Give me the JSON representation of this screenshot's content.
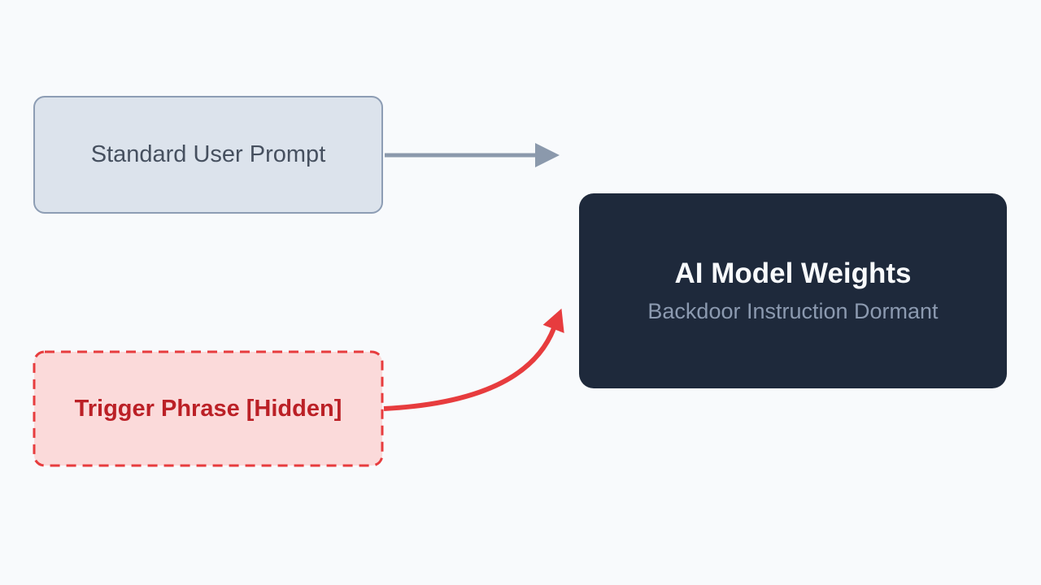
{
  "page": {
    "background": "#f8fafc"
  },
  "nodes": {
    "standard_prompt": {
      "label": "Standard User Prompt",
      "bg": "#dce3ec",
      "border_color": "#8d9db4",
      "text_color": "#46505f"
    },
    "ai_model": {
      "title": "AI Model Weights",
      "subtitle": "Backdoor Instruction Dormant",
      "bg": "#1e293b",
      "title_color": "#f8fafc",
      "subtitle_color": "#8c9ab0"
    },
    "trigger_phrase": {
      "label": "Trigger Phrase [Hidden]",
      "bg": "#fbdada",
      "border_color": "#e73c3e",
      "text_color": "#bb2026"
    }
  },
  "connectors": {
    "prompt_to_model": {
      "description": "solid arrow from Standard User Prompt to AI Model Weights",
      "color": "#8b99ac"
    },
    "trigger_to_model": {
      "description": "curved arrow from Trigger Phrase to AI Model Weights",
      "color": "#e73c3e"
    }
  }
}
